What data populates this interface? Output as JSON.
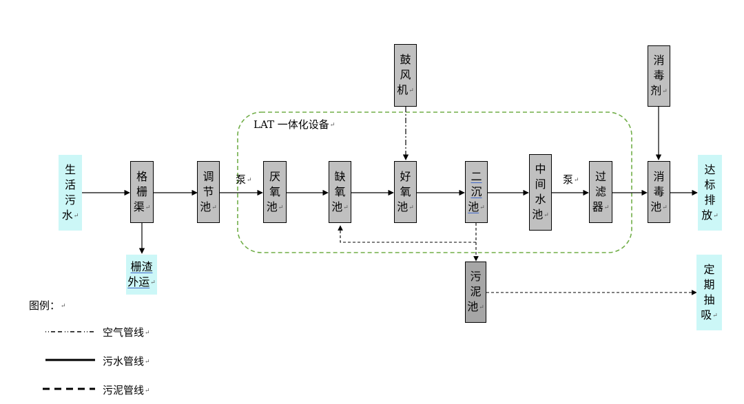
{
  "nodes": {
    "source": [
      "生",
      "活",
      "污",
      "水"
    ],
    "grille": [
      "格",
      "栅",
      "渠"
    ],
    "screenings": [
      "栅渣",
      "外运"
    ],
    "equalization": [
      "调",
      "节",
      "池"
    ],
    "anaerobic": [
      "厌",
      "氧",
      "池"
    ],
    "anoxic": [
      "缺",
      "氧",
      "池"
    ],
    "aerobic": [
      "好",
      "氧",
      "池"
    ],
    "secondary_clarifier": [
      "二",
      "沉",
      "池"
    ],
    "intermediate": [
      "中",
      "间",
      "水",
      "池"
    ],
    "filter": [
      "过",
      "滤",
      "器"
    ],
    "disinfection": [
      "消",
      "毒",
      "池"
    ],
    "discharge": [
      "达",
      "标",
      "排",
      "放"
    ],
    "blower": [
      "鼓",
      "风",
      "机"
    ],
    "disinfectant": [
      "消",
      "毒",
      "剂"
    ],
    "sludge_tank": [
      "污",
      "泥",
      "池"
    ],
    "pumpout": [
      "定",
      "期",
      "抽",
      "吸"
    ]
  },
  "labels": {
    "lat_equipment": "LAT 一体化设备",
    "pump1": "泵",
    "pump2": "泵"
  },
  "legend": {
    "title": "图例：",
    "air": "空气管线",
    "sewage": "污水管线",
    "sludge": "污泥管线"
  },
  "colors": {
    "box_gray": "#c0c0c0",
    "box_dark": "#a6a6a6",
    "cyan": "#ccf7f7",
    "dashed_green": "#70ad47"
  }
}
